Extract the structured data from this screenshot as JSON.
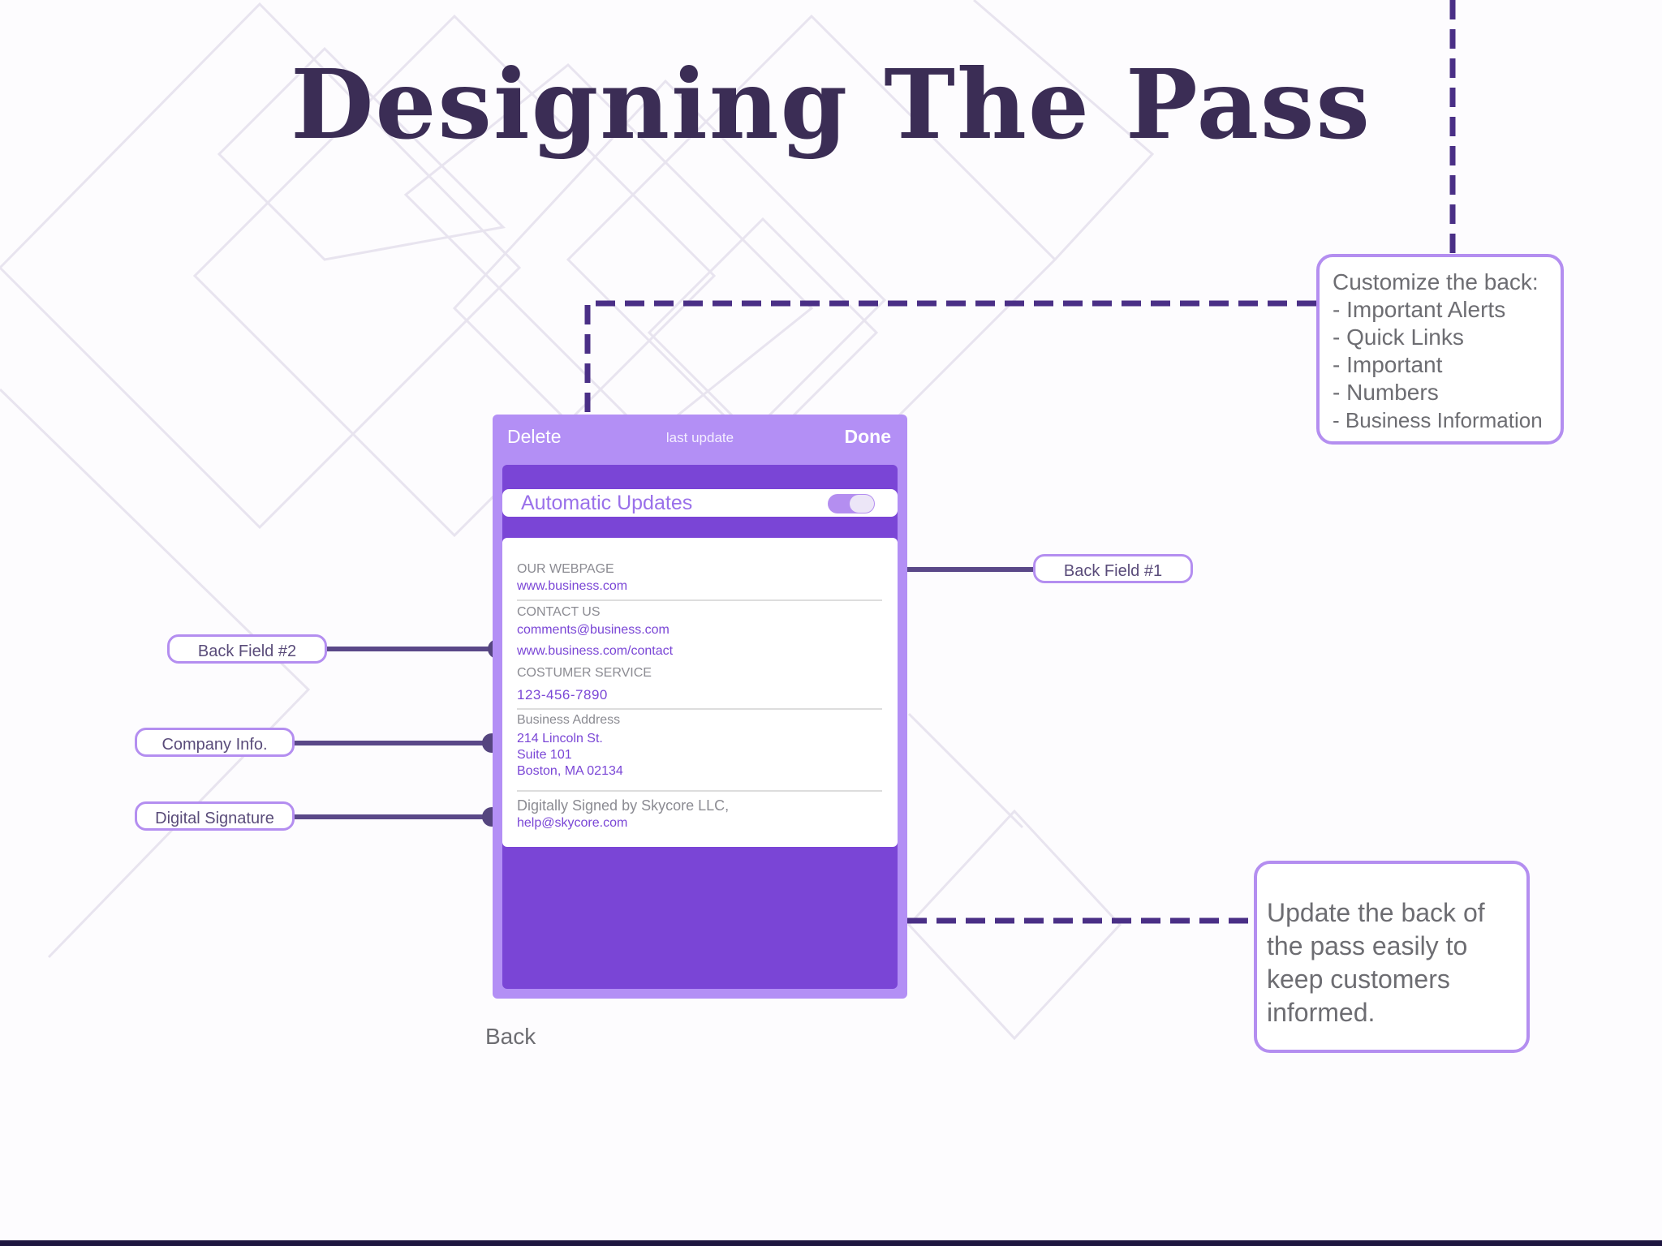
{
  "title": "Designing The Pass",
  "callouts": {
    "customize": {
      "heading": "Customize the back:",
      "items": [
        "Important Alerts",
        "Quick Links",
        "Important",
        "Numbers",
        "Business Information"
      ]
    },
    "update": {
      "text": "Update the back of the pass easily to keep customers informed."
    }
  },
  "labels": {
    "back_field_1": "Back Field #1",
    "back_field_2": "Back Field #2",
    "company_info": "Company Info.",
    "digital_signature": "Digital Signature"
  },
  "phone": {
    "header": {
      "delete": "Delete",
      "last_update": "last update",
      "done": "Done"
    },
    "automatic_updates": {
      "label": "Automatic Updates",
      "enabled": true
    },
    "fields": {
      "webpage_label": "OUR WEBPAGE",
      "webpage_value": "www.business.com",
      "contact_label": "CONTACT US",
      "contact_email": "comments@business.com",
      "contact_url": "www.business.com/contact",
      "service_label": "COSTUMER SERVICE",
      "service_phone": "123-456-7890",
      "address_label": "Business Address",
      "address_line1": "214 Lincoln St.",
      "address_line2": "Suite 101",
      "address_line3": "Boston, MA 02134",
      "signed_label": "Digitally Signed by Skycore LLC,",
      "signed_email": "help@skycore.com"
    }
  },
  "caption": "Back",
  "colors": {
    "accent": "#b48ef0",
    "phone_inner": "#7a45d6",
    "connector": "#5a3a96",
    "title": "#3b2d55"
  }
}
